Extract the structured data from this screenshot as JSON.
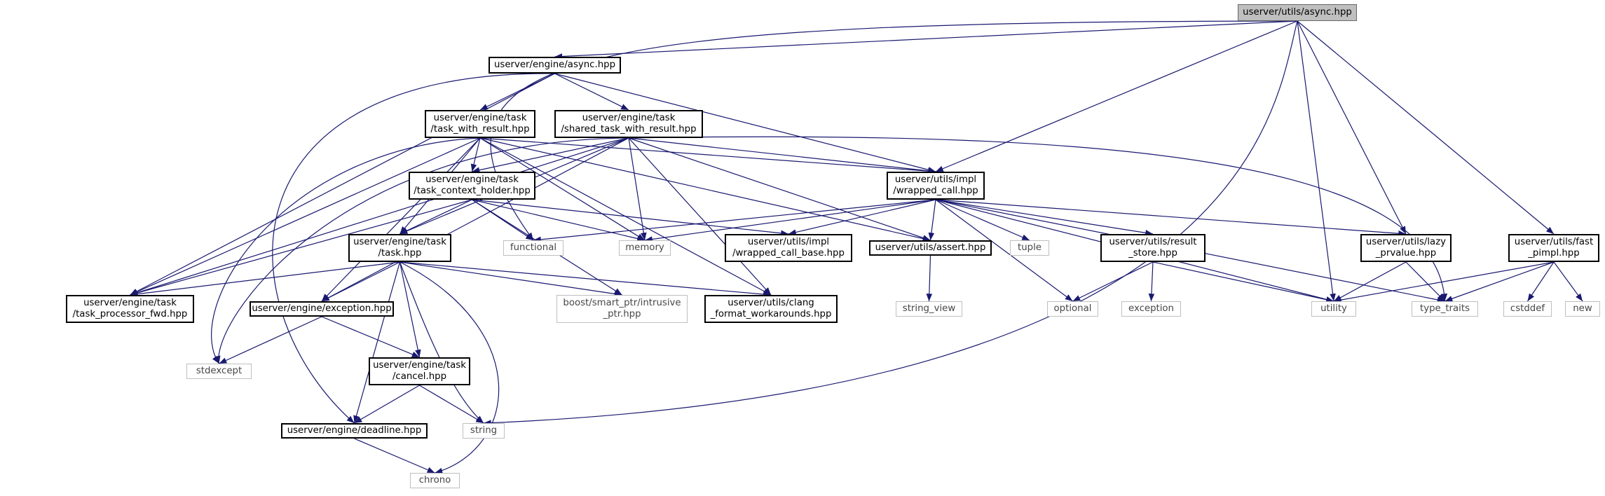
{
  "graph": {
    "edge_color": "#191970",
    "nodes": [
      {
        "id": "root",
        "label": "userver/utils/async.hpp",
        "kind": "root"
      },
      {
        "id": "engine_async",
        "label": "userver/engine/async.hpp",
        "kind": "internal"
      },
      {
        "id": "task_with_result",
        "label": "userver/engine/task\n/task_with_result.hpp",
        "kind": "internal"
      },
      {
        "id": "shared_task",
        "label": "userver/engine/task\n/shared_task_with_result.hpp",
        "kind": "internal"
      },
      {
        "id": "task_context_holder",
        "label": "userver/engine/task\n/task_context_holder.hpp",
        "kind": "internal"
      },
      {
        "id": "wrapped_call",
        "label": "userver/utils/impl\n/wrapped_call.hpp",
        "kind": "internal"
      },
      {
        "id": "task",
        "label": "userver/engine/task\n/task.hpp",
        "kind": "internal"
      },
      {
        "id": "functional",
        "label": "functional",
        "kind": "system"
      },
      {
        "id": "memory",
        "label": "memory",
        "kind": "system"
      },
      {
        "id": "wrapped_call_base",
        "label": "userver/utils/impl\n/wrapped_call_base.hpp",
        "kind": "internal"
      },
      {
        "id": "assert",
        "label": "userver/utils/assert.hpp",
        "kind": "internal"
      },
      {
        "id": "tuple",
        "label": "tuple",
        "kind": "system"
      },
      {
        "id": "result_store",
        "label": "userver/utils/result\n_store.hpp",
        "kind": "internal"
      },
      {
        "id": "lazy_prvalue",
        "label": "userver/utils/lazy\n_prvalue.hpp",
        "kind": "internal"
      },
      {
        "id": "fast_pimpl",
        "label": "userver/utils/fast\n_pimpl.hpp",
        "kind": "internal"
      },
      {
        "id": "task_processor_fwd",
        "label": "userver/engine/task\n/task_processor_fwd.hpp",
        "kind": "internal"
      },
      {
        "id": "exception_hpp",
        "label": "userver/engine/exception.hpp",
        "kind": "internal"
      },
      {
        "id": "intrusive_ptr",
        "label": "boost/smart_ptr/intrusive\n_ptr.hpp",
        "kind": "system"
      },
      {
        "id": "clang_format",
        "label": "userver/utils/clang\n_format_workarounds.hpp",
        "kind": "internal"
      },
      {
        "id": "string_view",
        "label": "string_view",
        "kind": "system"
      },
      {
        "id": "optional",
        "label": "optional",
        "kind": "system"
      },
      {
        "id": "exception_std",
        "label": "exception",
        "kind": "system"
      },
      {
        "id": "utility",
        "label": "utility",
        "kind": "system"
      },
      {
        "id": "type_traits",
        "label": "type_traits",
        "kind": "system"
      },
      {
        "id": "cstddef",
        "label": "cstddef",
        "kind": "system"
      },
      {
        "id": "new_hdr",
        "label": "new",
        "kind": "system"
      },
      {
        "id": "stdexcept",
        "label": "stdexcept",
        "kind": "system"
      },
      {
        "id": "cancel",
        "label": "userver/engine/task\n/cancel.hpp",
        "kind": "internal"
      },
      {
        "id": "string_hdr",
        "label": "string",
        "kind": "system"
      },
      {
        "id": "deadline",
        "label": "userver/engine/deadline.hpp",
        "kind": "internal"
      },
      {
        "id": "chrono",
        "label": "chrono",
        "kind": "system"
      }
    ],
    "edges": [
      [
        "root",
        "engine_async"
      ],
      [
        "root",
        "functional"
      ],
      [
        "root",
        "wrapped_call"
      ],
      [
        "root",
        "utility"
      ],
      [
        "root",
        "lazy_prvalue"
      ],
      [
        "root",
        "fast_pimpl"
      ],
      [
        "root",
        "string_hdr"
      ],
      [
        "engine_async",
        "task_with_result"
      ],
      [
        "engine_async",
        "shared_task"
      ],
      [
        "engine_async",
        "wrapped_call"
      ],
      [
        "engine_async",
        "task_processor_fwd"
      ],
      [
        "engine_async",
        "deadline"
      ],
      [
        "task_with_result",
        "task_context_holder"
      ],
      [
        "task_with_result",
        "task"
      ],
      [
        "task_with_result",
        "wrapped_call"
      ],
      [
        "task_with_result",
        "memory"
      ],
      [
        "task_with_result",
        "assert"
      ],
      [
        "task_with_result",
        "exception_hpp"
      ],
      [
        "task_with_result",
        "clang_format"
      ],
      [
        "task_with_result",
        "task_processor_fwd"
      ],
      [
        "task_with_result",
        "stdexcept"
      ],
      [
        "shared_task",
        "task_context_holder"
      ],
      [
        "shared_task",
        "task"
      ],
      [
        "shared_task",
        "wrapped_call"
      ],
      [
        "shared_task",
        "memory"
      ],
      [
        "shared_task",
        "assert"
      ],
      [
        "shared_task",
        "exception_hpp"
      ],
      [
        "shared_task",
        "clang_format"
      ],
      [
        "shared_task",
        "task_processor_fwd"
      ],
      [
        "shared_task",
        "stdexcept"
      ],
      [
        "shared_task",
        "type_traits"
      ],
      [
        "task_context_holder",
        "task"
      ],
      [
        "task_context_holder",
        "functional"
      ],
      [
        "task_context_holder",
        "memory"
      ],
      [
        "task_context_holder",
        "wrapped_call_base"
      ],
      [
        "task_context_holder",
        "intrusive_ptr"
      ],
      [
        "task_context_holder",
        "task_processor_fwd"
      ],
      [
        "wrapped_call",
        "functional"
      ],
      [
        "wrapped_call",
        "memory"
      ],
      [
        "wrapped_call",
        "wrapped_call_base"
      ],
      [
        "wrapped_call",
        "assert"
      ],
      [
        "wrapped_call",
        "tuple"
      ],
      [
        "wrapped_call",
        "result_store"
      ],
      [
        "wrapped_call",
        "lazy_prvalue"
      ],
      [
        "wrapped_call",
        "optional"
      ],
      [
        "wrapped_call",
        "utility"
      ],
      [
        "wrapped_call",
        "type_traits"
      ],
      [
        "task",
        "task_processor_fwd"
      ],
      [
        "task",
        "exception_hpp"
      ],
      [
        "task",
        "intrusive_ptr"
      ],
      [
        "task",
        "clang_format"
      ],
      [
        "task",
        "cancel"
      ],
      [
        "task",
        "deadline"
      ],
      [
        "task",
        "string_hdr"
      ],
      [
        "task",
        "chrono"
      ],
      [
        "assert",
        "string_view"
      ],
      [
        "result_store",
        "optional"
      ],
      [
        "result_store",
        "exception_std"
      ],
      [
        "result_store",
        "utility"
      ],
      [
        "lazy_prvalue",
        "utility"
      ],
      [
        "lazy_prvalue",
        "type_traits"
      ],
      [
        "fast_pimpl",
        "utility"
      ],
      [
        "fast_pimpl",
        "type_traits"
      ],
      [
        "fast_pimpl",
        "cstddef"
      ],
      [
        "fast_pimpl",
        "new_hdr"
      ],
      [
        "exception_hpp",
        "stdexcept"
      ],
      [
        "exception_hpp",
        "cancel"
      ],
      [
        "cancel",
        "deadline"
      ],
      [
        "cancel",
        "string_hdr"
      ],
      [
        "deadline",
        "chrono"
      ]
    ]
  }
}
